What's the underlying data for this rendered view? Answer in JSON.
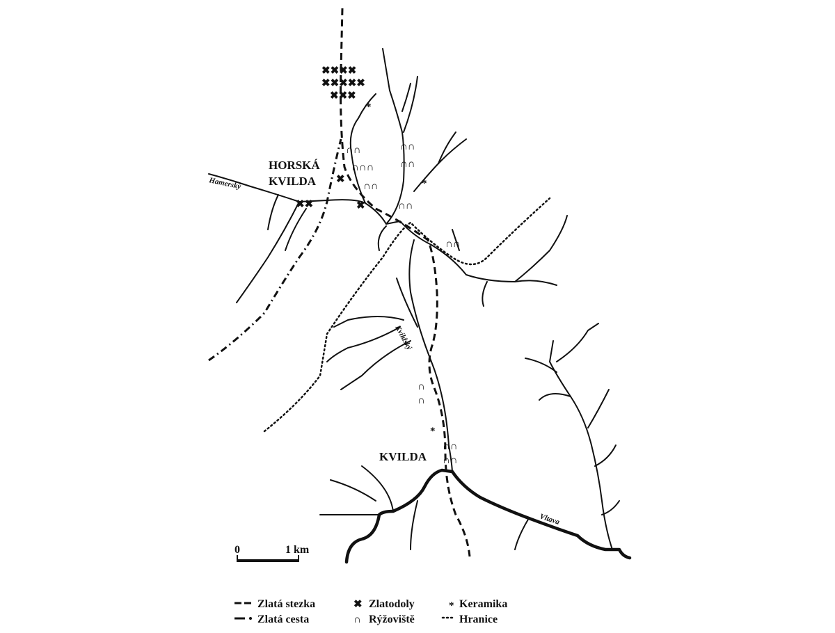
{
  "map": {
    "towns": [
      "HORSKÁ",
      "KVILDA",
      "KVILDA"
    ],
    "rivers": [
      "Hamerský",
      "Kvildský",
      "Vltava"
    ],
    "scale": {
      "start": "0",
      "end": "1 km"
    }
  },
  "legend": [
    {
      "symbol": "dash-line",
      "label": "Zlatá stezka"
    },
    {
      "symbol": "dash-dot-line",
      "label": "Zlatá cesta"
    },
    {
      "symbol": "mine-icon",
      "label": "Zlatodoly"
    },
    {
      "symbol": "gold-washing-icon",
      "label": "Rýžoviště"
    },
    {
      "symbol": "asterisk-icon",
      "label": "Keramika"
    },
    {
      "symbol": "dotted-line",
      "label": "Hranice"
    }
  ]
}
